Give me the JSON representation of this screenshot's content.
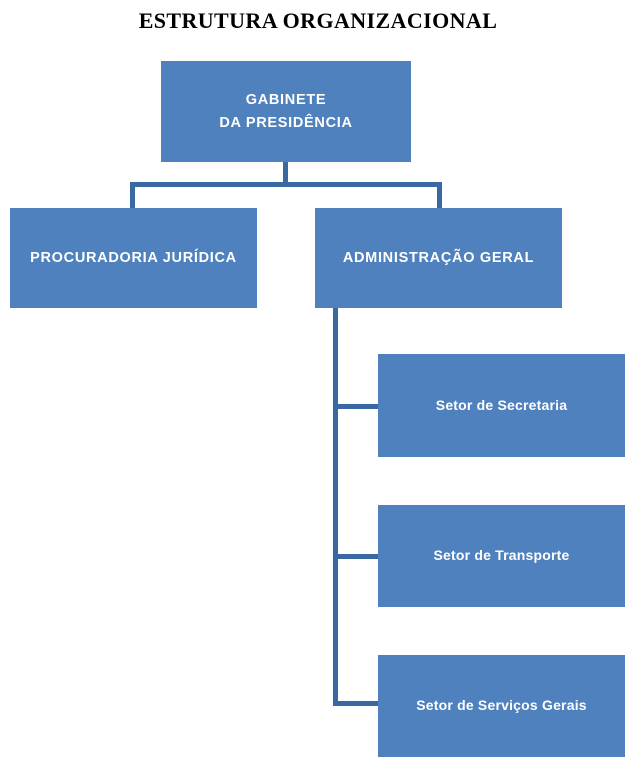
{
  "title": "ESTRUTURA ORGANIZACIONAL",
  "colors": {
    "box_fill": "#4E81BD",
    "connector": "#3A68A0",
    "box_text": "#FFFFFF",
    "title_text": "#000000",
    "background": "#FFFFFF"
  },
  "nodes": {
    "gabinete": {
      "line1": "GABINETE",
      "line2": "DA PRESIDÊNCIA"
    },
    "procuradoria": {
      "label": "PROCURADORIA JURÍDICA"
    },
    "administracao": {
      "label": "ADMINISTRAÇÃO GERAL"
    },
    "secretaria": {
      "label": "Setor de Secretaria"
    },
    "transporte": {
      "label": "Setor de Transporte"
    },
    "servicos": {
      "label": "Setor de Serviços Gerais"
    }
  },
  "chart_data": {
    "type": "diagram",
    "title": "ESTRUTURA ORGANIZACIONAL",
    "hierarchy": [
      {
        "id": "gabinete",
        "label": "GABINETE DA PRESIDÊNCIA",
        "level": 0,
        "children": [
          {
            "id": "procuradoria",
            "label": "PROCURADORIA JURÍDICA",
            "level": 1,
            "children": []
          },
          {
            "id": "administracao",
            "label": "ADMINISTRAÇÃO GERAL",
            "level": 1,
            "children": [
              {
                "id": "secretaria",
                "label": "Setor de Secretaria",
                "level": 2
              },
              {
                "id": "transporte",
                "label": "Setor de Transporte",
                "level": 2
              },
              {
                "id": "servicos",
                "label": "Setor de Serviços Gerais",
                "level": 2
              }
            ]
          }
        ]
      }
    ]
  }
}
